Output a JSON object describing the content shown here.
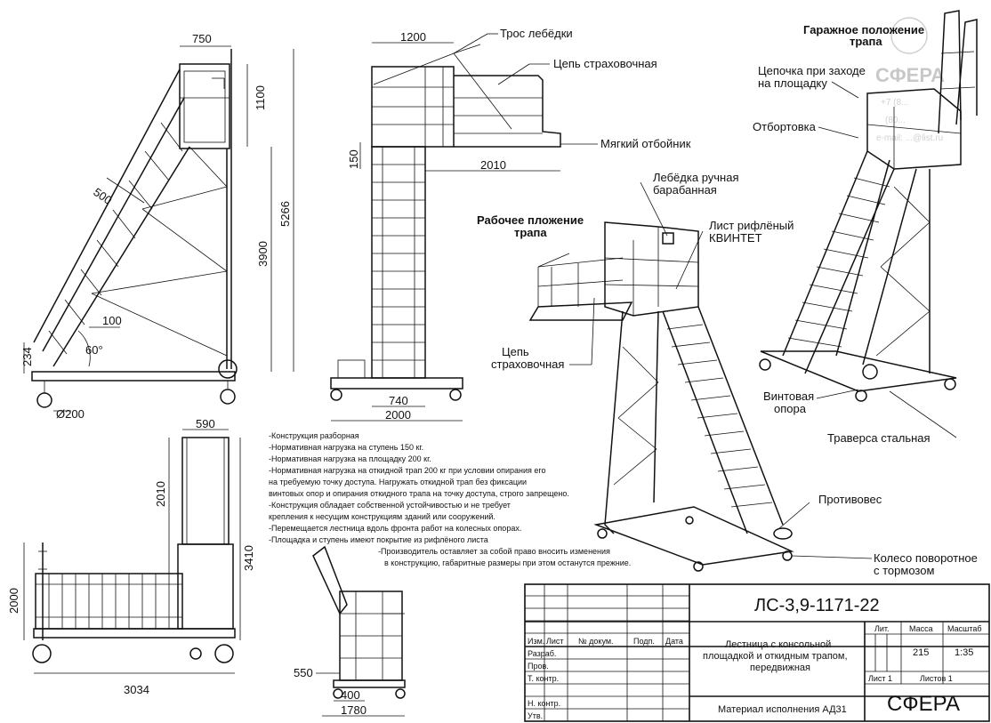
{
  "dimensions": {
    "side_750": "750",
    "side_1100": "1100",
    "side_500": "500",
    "side_5266": "5266",
    "side_3900": "3900",
    "side_100": "100",
    "side_234": "234",
    "side_60": "60°",
    "side_d200": "Ø200",
    "front_1200": "1200",
    "front_150": "150",
    "front_2010": "2010",
    "front_740": "740",
    "front_2000": "2000",
    "end_590": "590",
    "end_2010": "2010",
    "end_3410": "3410",
    "end_2000": "2000",
    "end_3034": "3034",
    "small_550": "550",
    "small_400": "400",
    "small_1780": "1780"
  },
  "labels": {
    "winch_cable": "Трос лебёдки",
    "safety_chain_top": "Цепь страховочная",
    "soft_bumper": "Мягкий отбойник",
    "manual_winch_l1": "Лебёдка ручная",
    "manual_winch_l2": "барабанная",
    "working_pos_l1": "Рабочее пложение",
    "working_pos_l2": "трапа",
    "sheet_l1": "Лист рифлёный",
    "sheet_l2": "КВИНТЕТ",
    "safety_chain_l1": "Цепь",
    "safety_chain_l2": "страховочная",
    "garage_pos_l1": "Гаражное положение",
    "garage_pos_l2": "трапа",
    "small_chain_l1": "Цепочка при заходе",
    "small_chain_l2": "на площадку",
    "flange": "Отбортовка",
    "screw_support_l1": "Винтовая",
    "screw_support_l2": "опора",
    "steel_traverse": "Траверса стальная",
    "counterweight": "Противовес",
    "wheel_l1": "Колесо поворотное",
    "wheel_l2": "с тормозом"
  },
  "notes": [
    "-Конструкция разборная",
    "-Нормативная нагрузка на ступень 150 кг.",
    "-Нормативная нагрузка на площадку 200 кг.",
    "-Нормативная нагрузка на откидной трап 200 кг при условии опирания его",
    "на требуемую точку доступа. Нагружать откидной трап без фиксации",
    "винтовых опор и опирания откидного трапа на точку доступа, строго запрещено.",
    "-Конструкция обладает собственной устойчивостью и не требует",
    "крепления к несущим конструкциям зданий или сооружений.",
    "-Перемещается лестница вдоль фронта работ на колесных опорах.",
    "-Площадка и ступень имеют покрытие из рифлёного листа"
  ],
  "notes_extra": [
    "-Производитель оставляет за собой право вносить изменения",
    "в конструкцию, габаритные размеры при этом останутся прежние."
  ],
  "watermark": {
    "brand": "СФЕРА",
    "contacts": [
      "+7 (8...",
      "(80...",
      "e-mail: ...@list.ru"
    ]
  },
  "title_block": {
    "code": "ЛС-3,9-1171-22",
    "headers": {
      "izm": "Изм.",
      "list": "Лист",
      "doc": "№ докум.",
      "sign": "Подп.",
      "date": "Дата"
    },
    "roles": [
      "Разраб.",
      "Пров.",
      "Т. контр.",
      "",
      "Н. контр.",
      "Утв."
    ],
    "description": [
      "Лестница с консольной",
      "площадкой и откидным трапом,",
      "передвижная"
    ],
    "lit_label": "Лит.",
    "mass_label": "Масса",
    "mass_value": "215",
    "scale_label": "Масштаб",
    "scale_value": "1:35",
    "sheet": "Лист 1",
    "sheets": "Листов 1",
    "material": "Материал исполнения АД31",
    "company": "СФЕРА"
  }
}
